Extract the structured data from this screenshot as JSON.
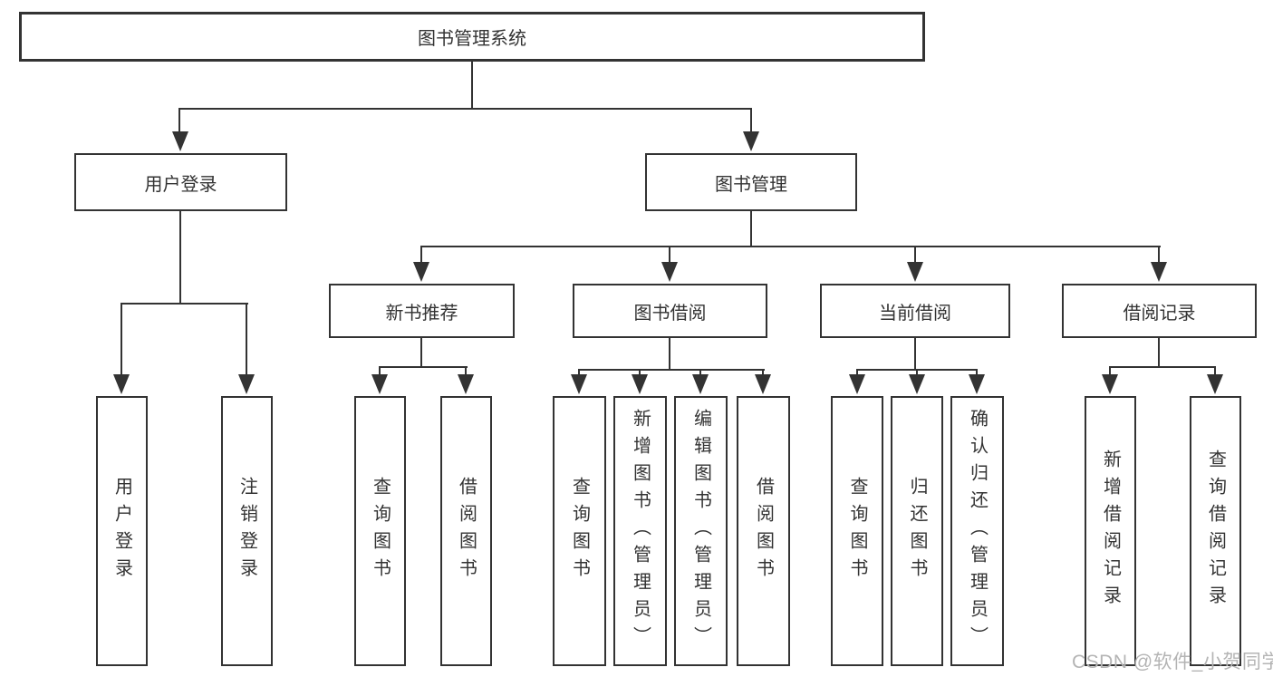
{
  "tree": {
    "label": "图书管理系统",
    "children": [
      {
        "label": "用户登录",
        "children": [
          {
            "label": "用户登录"
          },
          {
            "label": "注销登录"
          }
        ]
      },
      {
        "label": "图书管理",
        "children": [
          {
            "label": "新书推荐",
            "children": [
              {
                "label": "查询图书"
              },
              {
                "label": "借阅图书"
              }
            ]
          },
          {
            "label": "图书借阅",
            "children": [
              {
                "label": "查询图书"
              },
              {
                "label": "新增图书（管理员）"
              },
              {
                "label": "编辑图书（管理员）"
              },
              {
                "label": "借阅图书"
              }
            ]
          },
          {
            "label": "当前借阅",
            "children": [
              {
                "label": "查询图书"
              },
              {
                "label": "归还图书"
              },
              {
                "label": "确认归还（管理员）"
              }
            ]
          },
          {
            "label": "借阅记录",
            "children": [
              {
                "label": "新增借阅记录"
              },
              {
                "label": "查询借阅记录"
              }
            ]
          }
        ]
      }
    ]
  },
  "watermark": {
    "text": "CSDN @软件_小贺同学"
  },
  "colors": {
    "line": "#333333",
    "text": "#333333",
    "background": "#ffffff",
    "watermark": "#b4b4b4"
  }
}
